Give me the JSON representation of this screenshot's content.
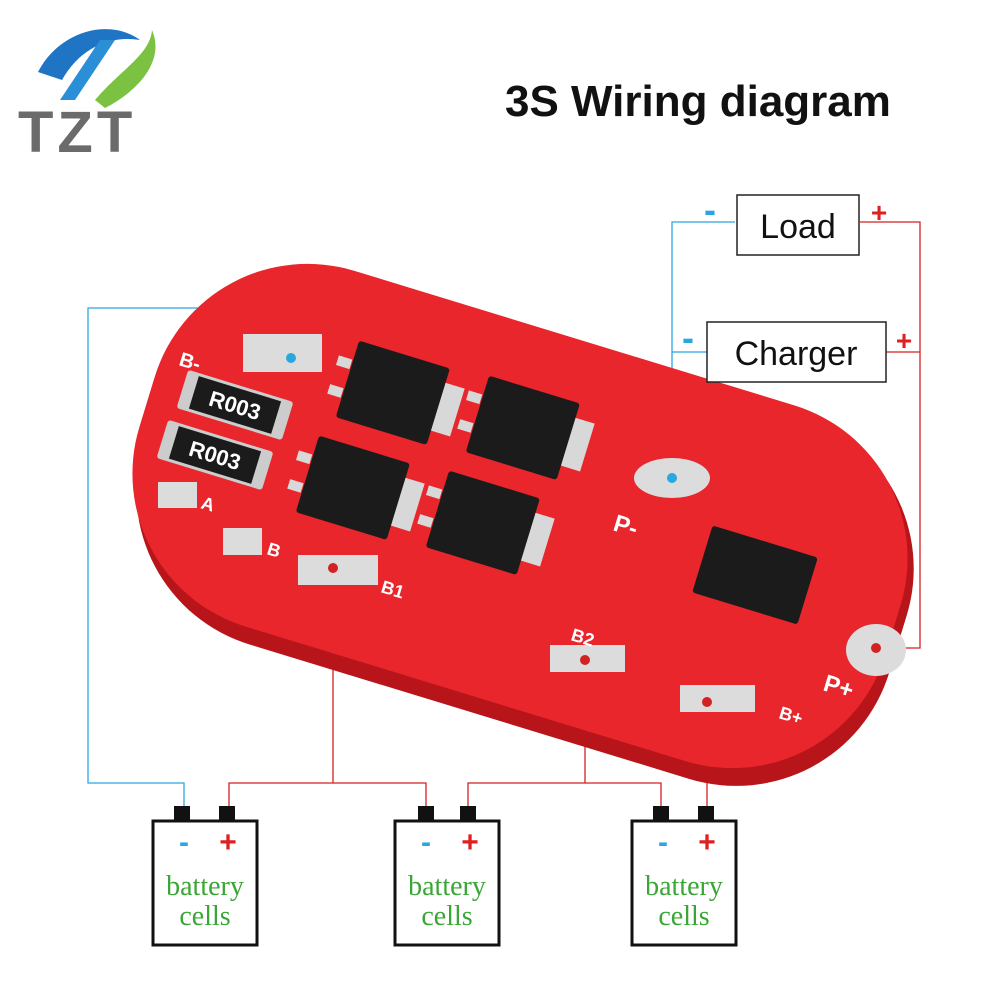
{
  "logo": {
    "text": "TZT"
  },
  "title": "3S Wiring diagram",
  "colors": {
    "board": "#e8262c",
    "board_dark": "#b8151b",
    "neg_wire": "#29a8e0",
    "pos_wire": "#d22222",
    "pad": "#dcdcdc",
    "chip": "#1b1b1b",
    "cell_text": "#3aa635",
    "plus_sign": "#e02020",
    "minus_sign": "#29a8e0"
  },
  "load_box": {
    "label": "Load",
    "minus": "-",
    "plus": "+"
  },
  "charger_box": {
    "label": "Charger",
    "minus": "-",
    "plus": "+"
  },
  "board_labels": {
    "b_minus_top": "B-",
    "a": "A",
    "b": "B",
    "b1": "B1",
    "b2": "B2",
    "b_plus": "B+",
    "p_minus": "P-",
    "p_plus": "P+"
  },
  "resistors": [
    "R003",
    "R003"
  ],
  "cells": [
    {
      "minus": "-",
      "plus": "+",
      "line1": "battery",
      "line2": "cells"
    },
    {
      "minus": "-",
      "plus": "+",
      "line1": "battery",
      "line2": "cells"
    },
    {
      "minus": "-",
      "plus": "+",
      "line1": "battery",
      "line2": "cells"
    }
  ]
}
